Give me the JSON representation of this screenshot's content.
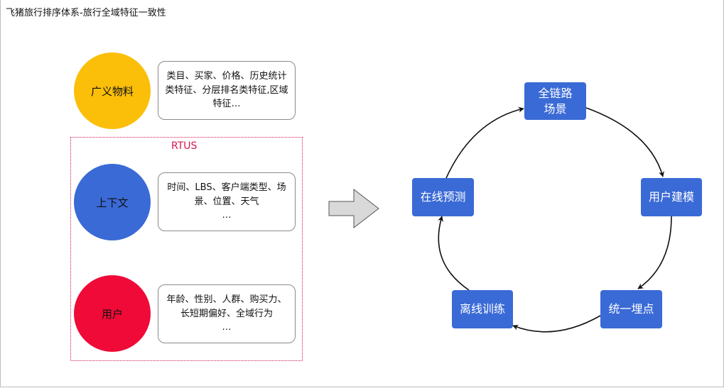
{
  "title": "飞猪旅行排序体系-旅行全域特征一致性",
  "features": [
    {
      "label": "广义物料",
      "color": "#fbbf0a",
      "desc": [
        "类目、买家、价格、历史统计",
        "类特征、分层排名类特征,区域",
        "特征…"
      ]
    },
    {
      "label": "上下文",
      "color": "#3a6ad6",
      "desc": [
        "时间、LBS、客户端类型、场",
        "景、位置、天气",
        "…"
      ]
    },
    {
      "label": "用户",
      "color": "#ef0a37",
      "desc": [
        "年龄、性别、人群、购买力、",
        "长短期偏好、全域行为",
        "…"
      ]
    }
  ],
  "rtus_label": "RTUS",
  "cycle": [
    {
      "lines": [
        "全链路",
        "场景"
      ]
    },
    {
      "lines": [
        "用户建模"
      ]
    },
    {
      "lines": [
        "统一埋点"
      ]
    },
    {
      "lines": [
        "离线训练"
      ]
    },
    {
      "lines": [
        "在线预测"
      ]
    }
  ],
  "colors": {
    "node": "#3a6ad6",
    "rtus": "#d6174f",
    "arrow_fill": "#d9d9d9"
  }
}
